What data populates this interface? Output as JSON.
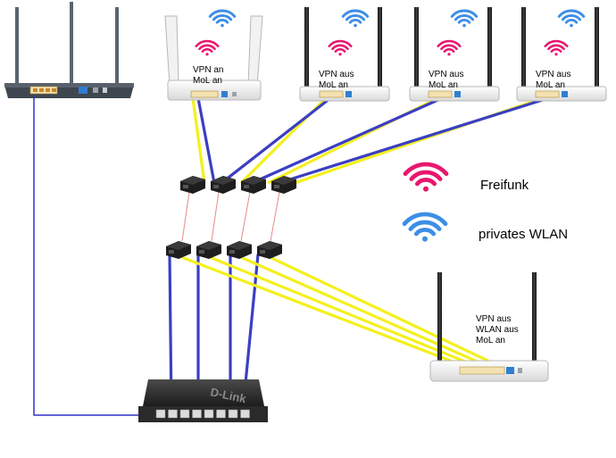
{
  "routers": {
    "r1": {
      "lines": [
        "VPN an",
        "MoL an"
      ]
    },
    "r2": {
      "lines": [
        "VPN aus",
        "MoL  an"
      ]
    },
    "r3": {
      "lines": [
        "VPN aus",
        "MoL  an"
      ]
    },
    "r4": {
      "lines": [
        "VPN aus",
        "MoL  an"
      ]
    },
    "r5": {
      "lines": [
        "VPN aus",
        "WLAN aus",
        "MoL an"
      ]
    }
  },
  "legend": {
    "freifunk": {
      "label": "Freifunk",
      "color": "#e8176f"
    },
    "private": {
      "label": "privates WLAN",
      "color": "#3d8ee6"
    }
  },
  "switch": {
    "brand": "D-Link"
  },
  "colors": {
    "cable_blue": "#3b3fc2",
    "cable_yellow": "#f4f01c",
    "cable_thin_blue": "#2e32c8",
    "link_red": "#e88a8a",
    "freifunk_pink": "#e8176f",
    "private_blue": "#3d8ee6"
  }
}
